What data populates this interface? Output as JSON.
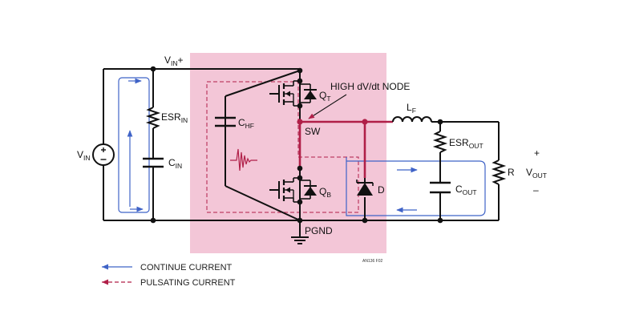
{
  "labels": {
    "vin_plus": [
      "V",
      "IN",
      "+"
    ],
    "vin": [
      "V",
      "IN"
    ],
    "esr_in": [
      "ESR",
      "IN"
    ],
    "c_in": [
      "C",
      "IN"
    ],
    "c_hf": [
      "C",
      "HF"
    ],
    "q_t": [
      "Q",
      "T"
    ],
    "q_b": [
      "Q",
      "B"
    ],
    "sw": "SW",
    "high_dvdt": "HIGH dV/dt NODE",
    "lf": [
      "L",
      "F"
    ],
    "esr_out": [
      "ESR",
      "OUT"
    ],
    "c_out": [
      "C",
      "OUT"
    ],
    "d": "D",
    "r": "R",
    "plus": "+",
    "minus": "–",
    "vout": [
      "V",
      "OUT"
    ],
    "pgnd": "PGND",
    "fig_id": "AN136 F02"
  },
  "legend": {
    "continue": "CONTINUE CURRENT",
    "pulsating": "PULSATING CURRENT"
  },
  "colors": {
    "pink_region": "#f3c6d7",
    "pulsating": "#b01f48",
    "continue": "#3f63c7",
    "wire": "#111111"
  }
}
